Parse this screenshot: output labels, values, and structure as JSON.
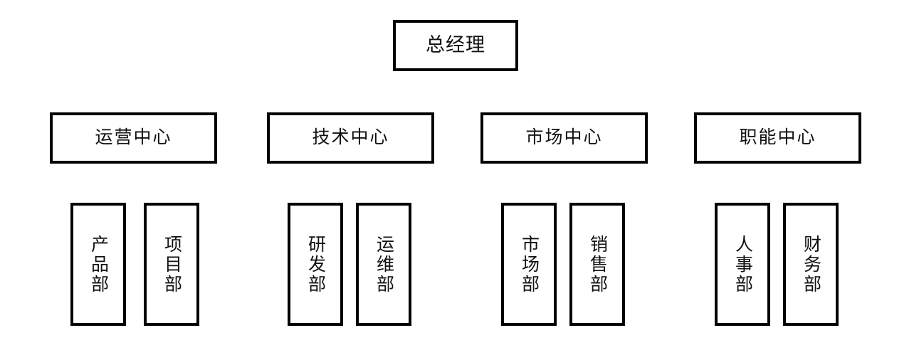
{
  "diagram": {
    "type": "organization-chart",
    "orientation": "top-down",
    "connectors": "none",
    "colors": {
      "background": "#ffffff",
      "box_fill": "#ffffff",
      "box_border": "#000000",
      "text": "#111111"
    },
    "levels": [
      {
        "level": 1,
        "nodes": [
          {
            "id": "gm",
            "label": "总经理"
          }
        ]
      },
      {
        "level": 2,
        "nodes": [
          {
            "id": "ops-center",
            "label": "运营中心"
          },
          {
            "id": "tech-center",
            "label": "技术中心"
          },
          {
            "id": "market-center",
            "label": "市场中心"
          },
          {
            "id": "function-center",
            "label": "职能中心"
          }
        ]
      },
      {
        "level": 3,
        "orientation": "vertical-text",
        "nodes": [
          {
            "id": "product-dept",
            "label": "产品部",
            "parent": "ops-center"
          },
          {
            "id": "project-dept",
            "label": "项目部",
            "parent": "ops-center"
          },
          {
            "id": "rd-dept",
            "label": "研发部",
            "parent": "tech-center"
          },
          {
            "id": "devops-dept",
            "label": "运维部",
            "parent": "tech-center"
          },
          {
            "id": "marketing-dept",
            "label": "市场部",
            "parent": "market-center"
          },
          {
            "id": "sales-dept",
            "label": "销售部",
            "parent": "market-center"
          },
          {
            "id": "hr-dept",
            "label": "人事部",
            "parent": "function-center"
          },
          {
            "id": "finance-dept",
            "label": "财务部",
            "parent": "function-center"
          }
        ]
      }
    ]
  }
}
